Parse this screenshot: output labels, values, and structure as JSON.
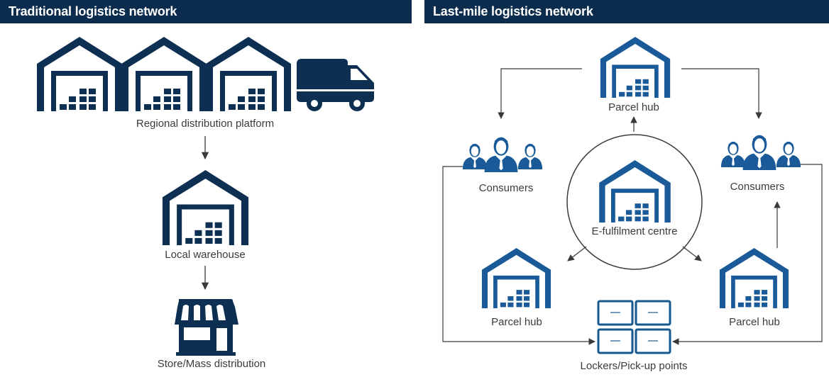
{
  "panels": {
    "left": {
      "title": "Traditional logistics network",
      "nodes": {
        "regional": "Regional distribution platform",
        "local": "Local warehouse",
        "store": "Store/Mass distribution"
      }
    },
    "right": {
      "title": "Last-mile logistics network",
      "nodes": {
        "top_hub": "Parcel hub",
        "consumers_left": "Consumers",
        "consumers_right": "Consumers",
        "center": "E-fulfilment centre",
        "hub_left": "Parcel hub",
        "hub_right": "Parcel hub",
        "lockers": "Lockers/Pick-up points"
      }
    }
  },
  "colors": {
    "header_bg": "#0b2c4d",
    "header_text": "#ffffff",
    "traditional_icon": "#0d2f52",
    "lastmile_icon": "#1a5a99",
    "connector": "#3a3a3a",
    "label_text": "#3b3b3b"
  },
  "icons": {
    "warehouse": "warehouse-icon",
    "truck": "delivery-truck-icon",
    "store": "store-icon",
    "consumers": "people-group-icon",
    "lockers": "locker-grid-icon"
  }
}
